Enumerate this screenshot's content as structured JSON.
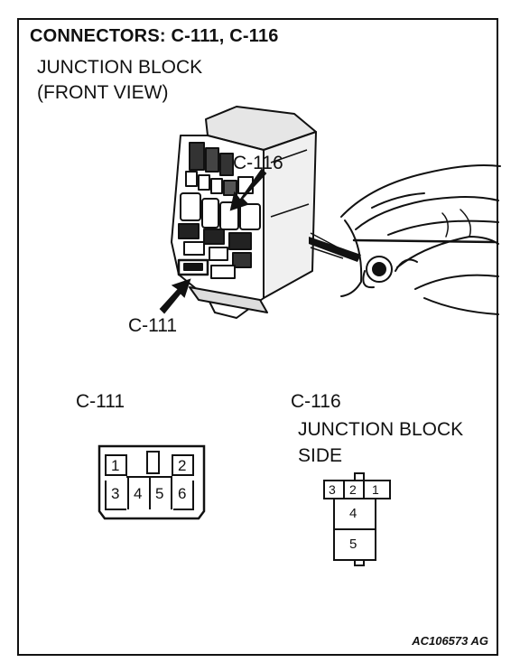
{
  "title": "CONNECTORS: C-111, C-116",
  "subtitle": [
    "JUNCTION BLOCK",
    "(FRONT VIEW)"
  ],
  "callouts": {
    "c116": "C-116",
    "c111": "C-111"
  },
  "connector_c111": {
    "label": "C-111",
    "pins_top": [
      "1",
      "2"
    ],
    "pins_bottom": [
      "3",
      "4",
      "5",
      "6"
    ]
  },
  "connector_c116": {
    "label": "C-116",
    "side_label": [
      "JUNCTION BLOCK",
      "SIDE"
    ],
    "pins_top": [
      "3",
      "2",
      "1"
    ],
    "pins_stack": [
      "4",
      "5"
    ]
  },
  "figure_code": "AC106573 AG"
}
